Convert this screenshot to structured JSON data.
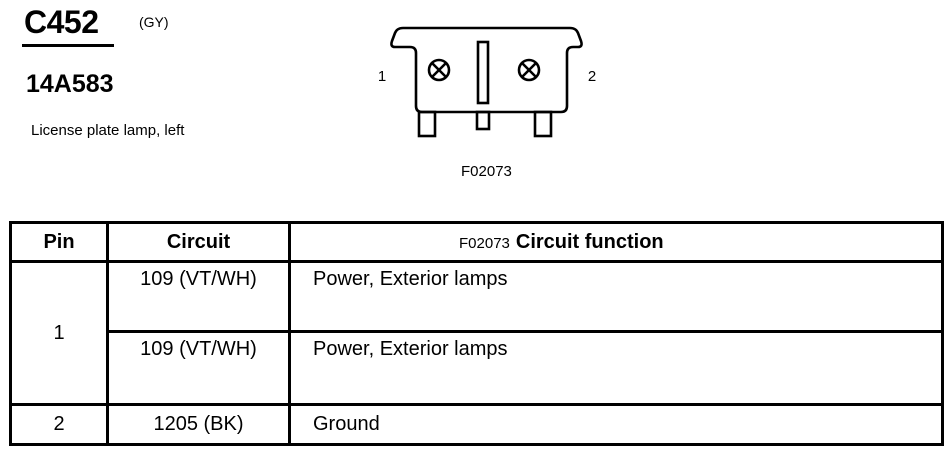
{
  "connector": {
    "id": "C452",
    "color": "(GY)",
    "part_number": "14A583",
    "description": "License plate lamp, left"
  },
  "diagram": {
    "pin_labels": [
      "1",
      "2"
    ],
    "figure_label": "F02073"
  },
  "table": {
    "headers": {
      "pin": "Pin",
      "circuit": "Circuit",
      "function_ref": "F02073",
      "function": "Circuit function"
    },
    "rows": [
      {
        "pin": "1",
        "circuit": "109 (VT/WH)",
        "function": "Power, Exterior lamps"
      },
      {
        "pin": "",
        "circuit": "109 (VT/WH)",
        "function": "Power, Exterior lamps"
      },
      {
        "pin": "2",
        "circuit": "1205 (BK)",
        "function": "Ground"
      }
    ]
  }
}
